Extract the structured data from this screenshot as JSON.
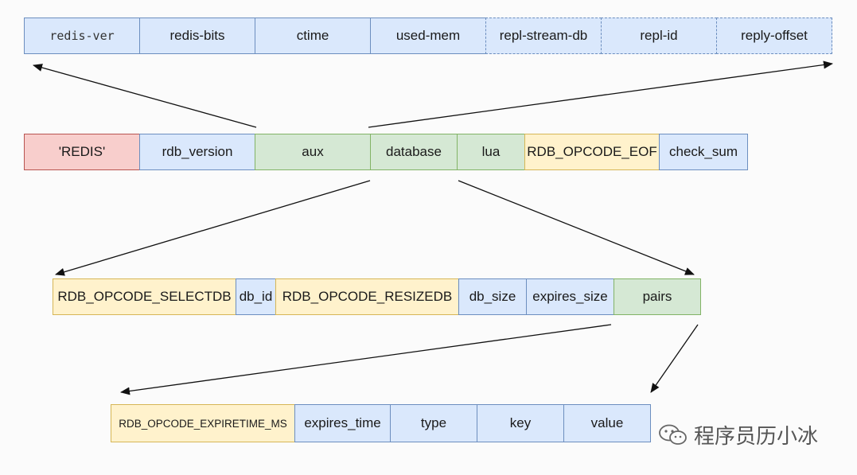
{
  "rows": {
    "header_fields": {
      "cells": [
        {
          "label": "redis-ver",
          "color": "#dae8fc",
          "dashed": false
        },
        {
          "label": "redis-bits",
          "color": "#dae8fc",
          "dashed": false
        },
        {
          "label": "ctime",
          "color": "#dae8fc",
          "dashed": false
        },
        {
          "label": "used-mem",
          "color": "#dae8fc",
          "dashed": false
        },
        {
          "label": "repl-stream-db",
          "color": "#dae8fc",
          "dashed": true
        },
        {
          "label": "repl-id",
          "color": "#dae8fc",
          "dashed": true
        },
        {
          "label": "reply-offset",
          "color": "#dae8fc",
          "dashed": true
        }
      ]
    },
    "rdb_file": {
      "cells": [
        {
          "label": "'REDIS'",
          "color": "#f8cecc"
        },
        {
          "label": "rdb_version",
          "color": "#dae8fc"
        },
        {
          "label": "aux",
          "color": "#d5e8d4"
        },
        {
          "label": "database",
          "color": "#d5e8d4"
        },
        {
          "label": "lua",
          "color": "#d5e8d4"
        },
        {
          "label": "RDB_OPCODE_EOF",
          "color": "#fff2cc"
        },
        {
          "label": "check_sum",
          "color": "#dae8fc"
        }
      ]
    },
    "database": {
      "cells": [
        {
          "label": "RDB_OPCODE_SELECTDB",
          "color": "#fff2cc"
        },
        {
          "label": "db_id",
          "color": "#dae8fc"
        },
        {
          "label": "RDB_OPCODE_RESIZEDB",
          "color": "#fff2cc"
        },
        {
          "label": "db_size",
          "color": "#dae8fc"
        },
        {
          "label": "expires_size",
          "color": "#dae8fc"
        },
        {
          "label": "pairs",
          "color": "#d5e8d4"
        }
      ]
    },
    "pairs": {
      "cells": [
        {
          "label": "RDB_OPCODE_EXPIRETIME_MS",
          "color": "#fff2cc"
        },
        {
          "label": "expires_time",
          "color": "#dae8fc"
        },
        {
          "label": "type",
          "color": "#dae8fc"
        },
        {
          "label": "key",
          "color": "#dae8fc"
        },
        {
          "label": "value",
          "color": "#dae8fc"
        }
      ]
    }
  },
  "watermark": {
    "text": "程序员历小冰",
    "icon": "wechat-icon"
  }
}
